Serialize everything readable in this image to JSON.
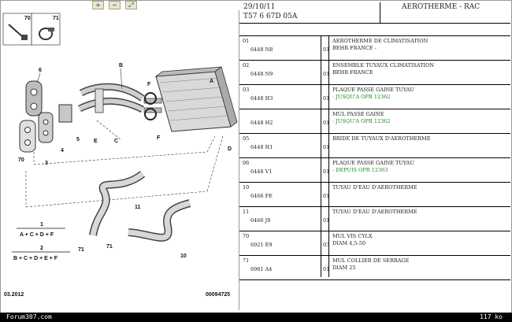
{
  "toolbar": {
    "tools": [
      {
        "icon": "zoom-in-icon",
        "glyph": "+"
      },
      {
        "icon": "zoom-out-icon",
        "glyph": "−"
      },
      {
        "icon": "zoom-fit-icon",
        "glyph": "⤢"
      }
    ]
  },
  "diagram": {
    "thumbs": [
      "70",
      "71"
    ],
    "labels": [
      "6",
      "B",
      "A",
      "F",
      "F",
      "E",
      "C",
      "D",
      "5",
      "4",
      "3",
      "70",
      "11",
      "71",
      "71",
      "10"
    ],
    "formula1": {
      "num": "1",
      "den": "A + C + D + F"
    },
    "formula2": {
      "num": "2",
      "den": "B + C + D + E + F"
    },
    "footer_left": "03.2012",
    "footer_right": "00094725"
  },
  "header": {
    "date": "29/10/11",
    "code": "T57 6 67D 05A",
    "title": "AEROTHERME - RAC"
  },
  "parts": [
    {
      "num": "01",
      "ref": "6448 N8",
      "qty": "01",
      "desc": "AEROTHERME DE CLIMATISATION",
      "desc2": "BEHR FRANCE -",
      "green": false
    },
    {
      "num": "02",
      "ref": "6448 N9",
      "qty": "01",
      "desc": "ENSEMBLE TUYAUX CLIMATISATION",
      "desc2": "BEHR FRANCE",
      "green": false
    },
    {
      "num": "03",
      "ref": "6448 H3",
      "qty": "01",
      "desc": "PLAQUE PASSE GAINE TUYAU",
      "desc2": "- JUSQU'A OPR 12362",
      "green": true
    },
    {
      "num": "",
      "ref": "6448 H2",
      "qty": "01",
      "desc": "MUL PASSE GAINE",
      "desc2": "- JUSQU'A OPR 12362",
      "green": true
    },
    {
      "num": "05",
      "ref": "6448 H1",
      "qty": "01",
      "desc": "BRIDE DE TUYAUX D'AEROTHERME",
      "desc2": "",
      "green": false
    },
    {
      "num": "06",
      "ref": "6448 V1",
      "qty": "01",
      "desc": "PLAQUE PASSE GAINE TUYAU",
      "desc2": "- DEPUIS OPR 12363",
      "green": true
    },
    {
      "num": "10",
      "ref": "6466 FE",
      "qty": "01",
      "desc": "TUYAU D'EAU D'AEROTHERME",
      "desc2": "",
      "green": false
    },
    {
      "num": "11",
      "ref": "6466 J8",
      "qty": "01",
      "desc": "TUYAU D'EAU D'AEROTHERME",
      "desc2": "",
      "green": false
    },
    {
      "num": "70",
      "ref": "6921 E9",
      "qty": "03",
      "desc": "MUL VIS CYLX",
      "desc2": "DIAM 4,5-50",
      "green": false
    },
    {
      "num": "71",
      "ref": "6981 A4",
      "qty": "01",
      "desc": "MUL COLLIER DE SERRAGE",
      "desc2": "DIAM 25",
      "green": false
    }
  ],
  "status": {
    "site": "Forum307.com",
    "size": "117 ko"
  }
}
